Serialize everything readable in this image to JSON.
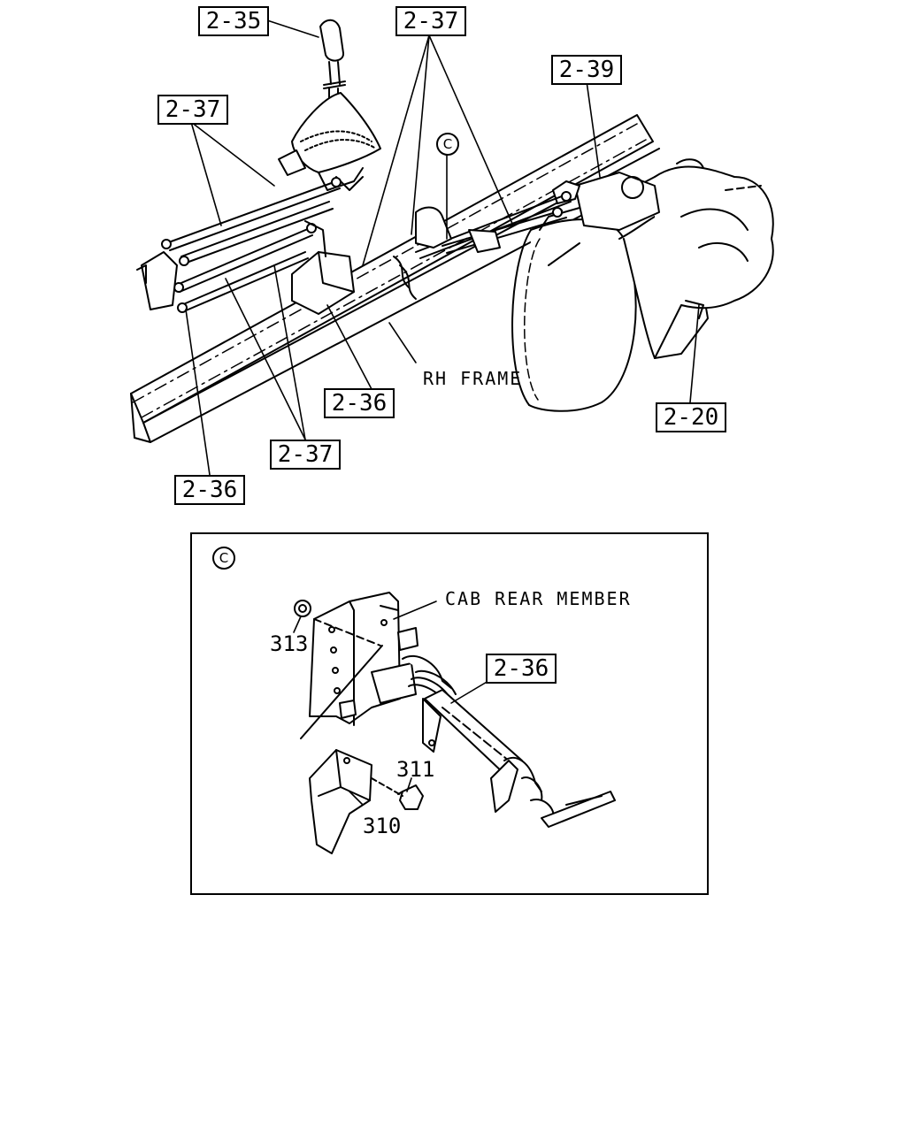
{
  "main_view": {
    "callouts": {
      "shift_lever": "2-35",
      "cable_top_left": "2-37",
      "cable_top_center": "2-37",
      "transmission_top": "2-39",
      "bracket_center": "2-36",
      "transmission_bottom": "2-20",
      "cable_bottom": "2-37",
      "bracket_left": "2-36"
    },
    "frame_label": "RH FRAME",
    "detail_marker": "C"
  },
  "detail_c": {
    "marker": "C",
    "member_label": "CAB REAR MEMBER",
    "callout_cable": "2-36",
    "parts": {
      "nut": "313",
      "bolt": "311",
      "bracket": "310"
    }
  }
}
